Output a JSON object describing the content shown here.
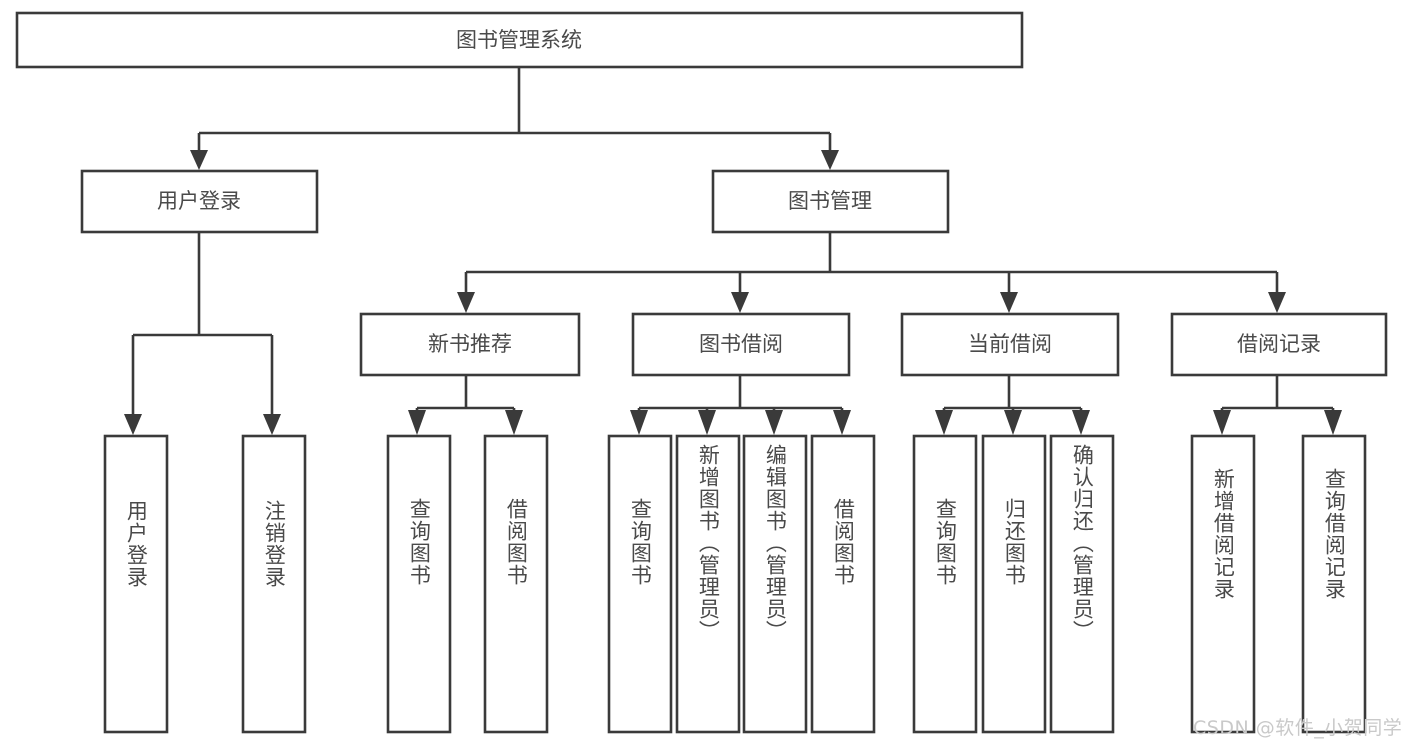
{
  "diagram": {
    "title": "图书管理系统",
    "type": "tree-hierarchy-chart",
    "background_color": "#ffffff",
    "line_color": "#3a3a3a",
    "text_color": "#4a4a4a",
    "root": {
      "id": "root",
      "label": "图书管理系统",
      "orientation": "horizontal"
    },
    "level1": [
      {
        "id": "user-login",
        "label": "用户登录",
        "orientation": "horizontal"
      },
      {
        "id": "book-manage",
        "label": "图书管理",
        "orientation": "horizontal"
      }
    ],
    "level2": [
      {
        "id": "new-book-recommend",
        "label": "新书推荐",
        "orientation": "horizontal",
        "parent": "book-manage"
      },
      {
        "id": "book-borrow",
        "label": "图书借阅",
        "orientation": "horizontal",
        "parent": "book-manage"
      },
      {
        "id": "current-borrow",
        "label": "当前借阅",
        "orientation": "horizontal",
        "parent": "book-manage"
      },
      {
        "id": "borrow-record",
        "label": "借阅记录",
        "orientation": "horizontal",
        "parent": "book-manage"
      }
    ],
    "leaves": [
      {
        "id": "leaf-user-login",
        "label": "用户登录",
        "orientation": "vertical",
        "parent": "user-login"
      },
      {
        "id": "leaf-logout",
        "label": "注销登录",
        "orientation": "vertical",
        "parent": "user-login"
      },
      {
        "id": "leaf-query-book-1",
        "label": "查询图书",
        "orientation": "vertical",
        "parent": "new-book-recommend"
      },
      {
        "id": "leaf-borrow-book-1",
        "label": "借阅图书",
        "orientation": "vertical",
        "parent": "new-book-recommend"
      },
      {
        "id": "leaf-query-book-2",
        "label": "查询图书",
        "orientation": "vertical",
        "parent": "book-borrow"
      },
      {
        "id": "leaf-add-book",
        "label": "新增图书（管理员）",
        "orientation": "vertical",
        "parent": "book-borrow"
      },
      {
        "id": "leaf-edit-book",
        "label": "编辑图书（管理员）",
        "orientation": "vertical",
        "parent": "book-borrow"
      },
      {
        "id": "leaf-borrow-book-2",
        "label": "借阅图书",
        "orientation": "vertical",
        "parent": "book-borrow"
      },
      {
        "id": "leaf-query-book-3",
        "label": "查询图书",
        "orientation": "vertical",
        "parent": "current-borrow"
      },
      {
        "id": "leaf-return-book",
        "label": "归还图书",
        "orientation": "vertical",
        "parent": "current-borrow"
      },
      {
        "id": "leaf-confirm-return",
        "label": "确认归还（管理员）",
        "orientation": "vertical",
        "parent": "current-borrow"
      },
      {
        "id": "leaf-add-record",
        "label": "新增借阅记录",
        "orientation": "vertical",
        "parent": "borrow-record"
      },
      {
        "id": "leaf-query-record",
        "label": "查询借阅记录",
        "orientation": "vertical",
        "parent": "borrow-record"
      }
    ]
  },
  "watermark": {
    "text": "CSDN @软件_小贺同学",
    "color": "#c9c9c9"
  }
}
